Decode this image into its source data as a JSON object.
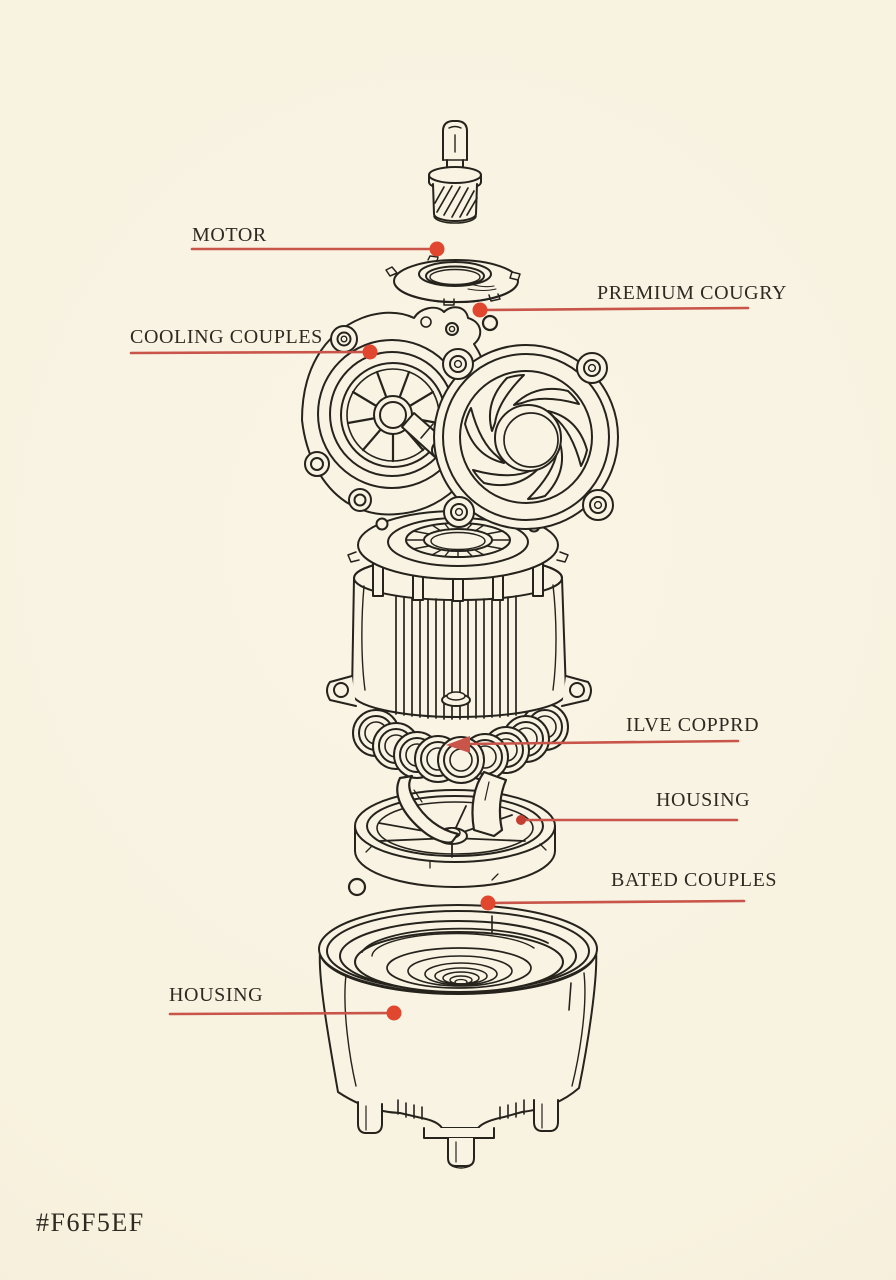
{
  "colors": {
    "background": "#F8F3E2",
    "ink": "#26231D",
    "leader_line": "#C9544A",
    "leader_dot": "#E1472F",
    "label_text": "#2E2A22"
  },
  "labels": {
    "motor": {
      "text": "MOTOR"
    },
    "premium_cougry": {
      "text": "PREMIUM COUGRY"
    },
    "cooling_couples": {
      "text": "COOLING COUPLES"
    },
    "ilve_copprd": {
      "text": "ILVE COPPRD"
    },
    "housing_right": {
      "text": "HOUSING"
    },
    "bated_couples": {
      "text": "BATED COUPLES"
    },
    "housing_left": {
      "text": "HOUSING"
    }
  },
  "footer": {
    "text": "#F6F5EF"
  },
  "parts": [
    "shaft-pinion",
    "bearing-flange",
    "end-bell",
    "fan",
    "stator",
    "windings",
    "impeller",
    "base-housing"
  ]
}
